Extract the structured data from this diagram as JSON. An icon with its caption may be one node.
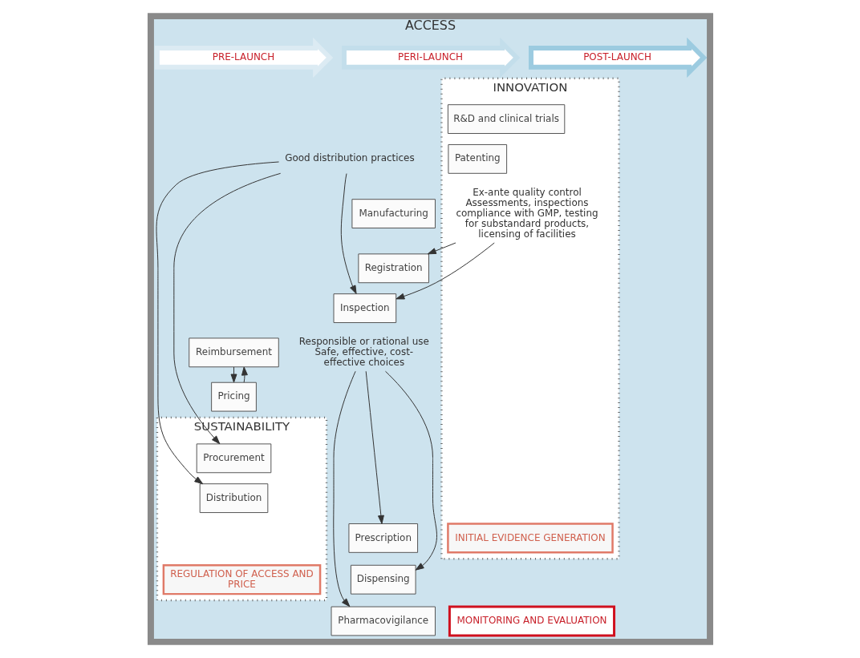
{
  "diagram": {
    "nodes": [
      {
        "text": [
          "ACCESS"
        ]
      },
      {
        "text": [
          "PRE-LAUNCH"
        ],
        "in": 0
      },
      {
        "text": [
          "PERI-LAUNCH"
        ],
        "in": 0
      },
      {
        "text": [
          "POST-LAUNCH"
        ],
        "in": 0
      },
      {
        "text": [
          "INNOVATION"
        ],
        "in": 0
      },
      {
        "text": [
          "SUSTAINABILITY"
        ],
        "in": 0
      },
      {
        "text": [
          "R&D and clinical trials"
        ],
        "in": 4
      },
      {
        "text": [
          "Patenting"
        ],
        "in": 4
      },
      {
        "text": [
          "Manufacturing"
        ],
        "in": 0
      },
      {
        "text": [
          "Ex-ante quality control",
          "Assessments, inspections compliance with GMP, testing for substandard products, licensing of facilities"
        ],
        "in": 4
      },
      {
        "text": [
          "Registration"
        ],
        "in": 0
      },
      {
        "text": [
          "Inspection"
        ],
        "in": 0
      },
      {
        "text": [
          "Good distribution practices"
        ],
        "in": 0
      },
      {
        "text": [
          "Reimbursement"
        ],
        "in": 0
      },
      {
        "text": [
          "Pricing"
        ],
        "in": 0
      },
      {
        "text": [
          "Responsible or rational use",
          "Safe, effective, cost-effective choices"
        ],
        "in": 0
      },
      {
        "text": [
          "Procurement"
        ],
        "in": 5
      },
      {
        "text": [
          "Distribution"
        ],
        "in": 5
      },
      {
        "text": [
          "Prescription"
        ],
        "in": 0
      },
      {
        "text": [
          "Dispensing"
        ],
        "in": 0
      },
      {
        "text": [
          "Pharmacovigilance"
        ],
        "in": 0
      },
      {
        "text": [
          "INITIAL EVIDENCE GENERATION"
        ],
        "in": 4
      },
      {
        "text": [
          "REGULATION OF ACCESS AND PRICE"
        ],
        "in": 5
      },
      {
        "text": [
          "MONITORING AND EVALUATION"
        ],
        "in": 0
      }
    ],
    "edges": [
      {
        "from": 9,
        "to": 10,
        "arrow": "to"
      },
      {
        "from": 9,
        "to": 11,
        "arrow": "to"
      },
      {
        "from": 12,
        "to": 11,
        "arrow": "to"
      },
      {
        "from": 12,
        "to": 16,
        "arrow": "to"
      },
      {
        "from": 12,
        "to": 17,
        "arrow": "to"
      },
      {
        "from": 13,
        "to": 14,
        "arrow": "to"
      },
      {
        "from": 14,
        "to": 13,
        "arrow": "to"
      },
      {
        "from": 15,
        "to": 18,
        "arrow": "to"
      },
      {
        "from": 15,
        "to": 19,
        "arrow": "to"
      },
      {
        "from": 15,
        "to": 20,
        "arrow": "to"
      }
    ]
  }
}
